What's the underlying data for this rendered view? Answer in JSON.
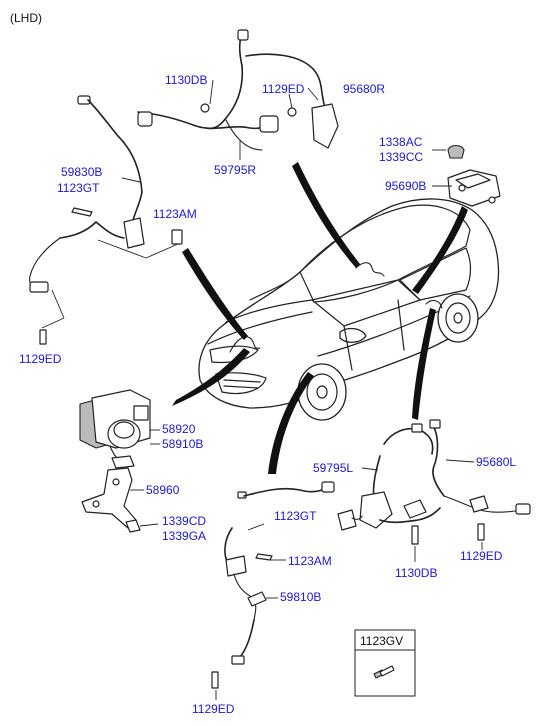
{
  "header": {
    "variant": "(LHD)"
  },
  "labels": {
    "l1130DB_top": "1130DB",
    "l1129ED_top": "1129ED",
    "l95680R": "95680R",
    "l59795R": "59795R",
    "l59830B": "59830B",
    "l1123GT_left": "1123GT",
    "l1123AM_left": "1123AM",
    "l1129ED_left": "1129ED",
    "l1338AC": "1338AC",
    "l1339CC": "1339CC",
    "l95690B": "95690B",
    "l58920": "58920",
    "l58910B": "58910B",
    "l58960": "58960",
    "l1339CD": "1339CD",
    "l1339GA": "1339GA",
    "l59795L": "59795L",
    "l95680L": "95680L",
    "l1123GT_bottom": "1123GT",
    "l1123AM_bottom": "1123AM",
    "l59810B": "59810B",
    "l1129ED_right": "1129ED",
    "l1130DB_bottom": "1130DB",
    "l1129ED_bottom": "1129ED"
  },
  "legend_box": {
    "part_no": "1123GV"
  },
  "colors": {
    "label_blue": "#1a1ad6",
    "line": "#222222"
  }
}
